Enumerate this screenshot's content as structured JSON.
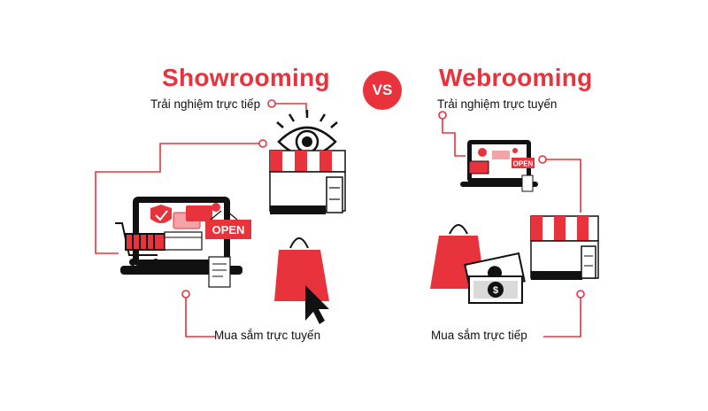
{
  "colors": {
    "accent": "#e8323c",
    "ink": "#111111"
  },
  "showrooming": {
    "title": "Showrooming",
    "label_top": "Trải nghiệm trực tiếp",
    "label_bottom": "Mua sắm trực tuyến",
    "laptop_sign": "OPEN"
  },
  "vs_label": "VS",
  "webrooming": {
    "title": "Webrooming",
    "label_top": "Trải nghiệm trực tuyến",
    "label_bottom": "Mua sắm trực tiếp",
    "laptop_sign": "OPEN",
    "money_symbol": "$"
  }
}
